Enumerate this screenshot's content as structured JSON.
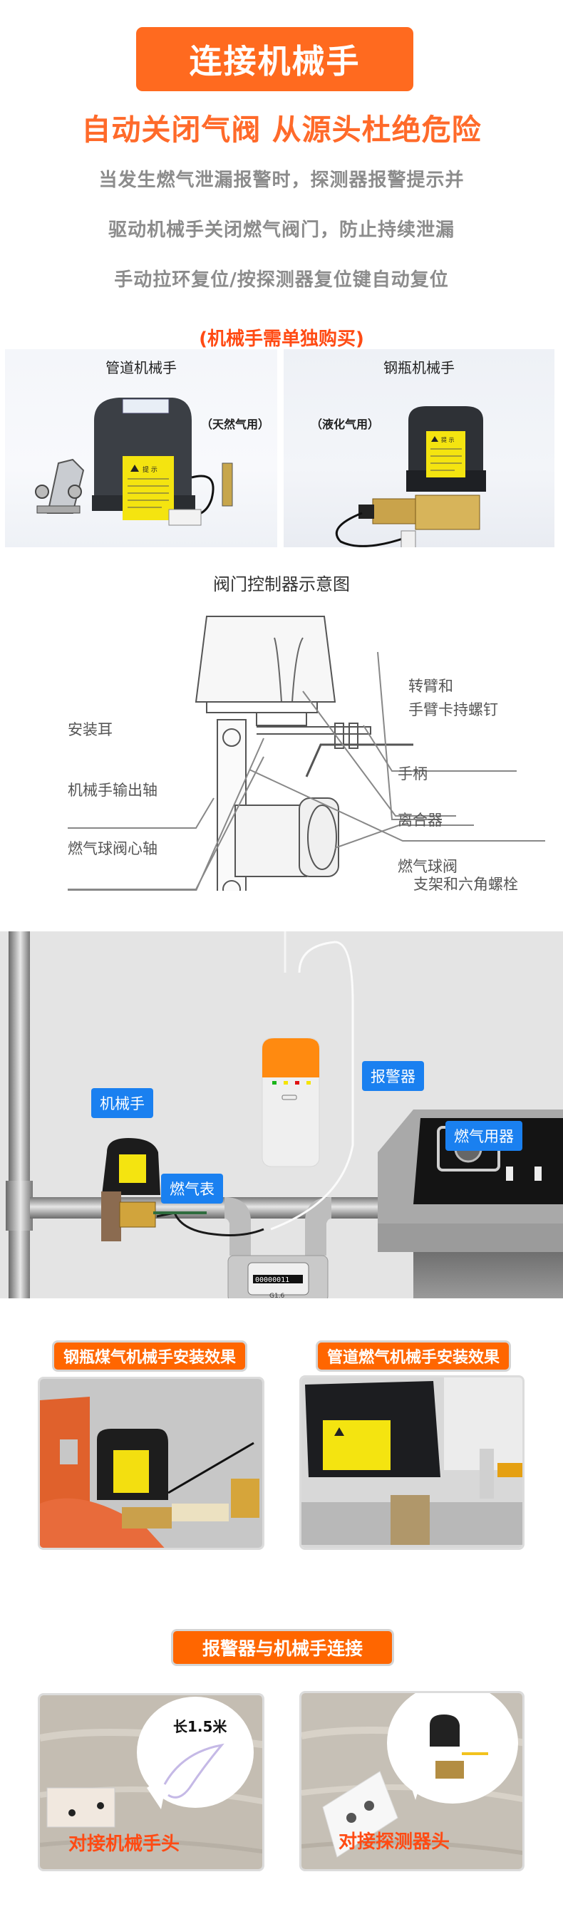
{
  "header": {
    "banner_title": "连接机械手",
    "headline": "自动关闭气阀 从源头杜绝危险",
    "description_lines": [
      "当发生燃气泄漏报警时，探测器报警提示并",
      "驱动机械手关闭燃气阀门，防止持续泄漏",
      "手动拉环复位/按探测器复位键自动复位"
    ],
    "purchase_note": "(机械手需单独购买)"
  },
  "products": [
    {
      "title": "管道机械手",
      "gas_type": "（天然气用）",
      "label_title": "提 示"
    },
    {
      "title": "钢瓶机械手",
      "gas_type": "（液化气用）",
      "label_title": "提 示"
    }
  ],
  "schematic": {
    "title": "阀门控制器示意图",
    "left_labels": [
      "安装耳",
      "机械手输出轴",
      "燃气球阀心轴"
    ],
    "right_labels": [
      "转臂和",
      "手臂卡持螺钉",
      "手柄",
      "离合器",
      "燃气球阀",
      "支架和六角螺栓"
    ]
  },
  "scene": {
    "tags": {
      "manipulator": "机械手",
      "alarm": "报警器",
      "gas_meter": "燃气表",
      "gas_appliance": "燃气用器"
    },
    "meter_model": "G1.6",
    "meter_reading": "00000011"
  },
  "install_effects": [
    {
      "label": "钢瓶煤气机械手安装效果"
    },
    {
      "label": "管道燃气机械手安装效果"
    }
  ],
  "connection": {
    "title": "报警器与机械手连接",
    "cable_length": "长1.5米",
    "captions": [
      "对接机械手头",
      "对接探测器头"
    ]
  },
  "colors": {
    "brand_orange": "#FF6A1F",
    "accent_red_orange": "#FF4B14",
    "label_blue": "#1A80F0",
    "text_gray": "#8C8C8C"
  }
}
